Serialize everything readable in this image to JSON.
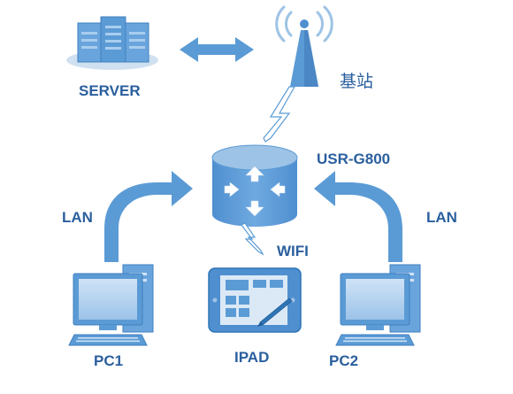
{
  "labels": {
    "server": "SERVER",
    "base_station": "基站",
    "router": "USR-G800",
    "lan_left": "LAN",
    "lan_right": "LAN",
    "wifi": "WIFI",
    "pc1": "PC1",
    "ipad": "IPAD",
    "pc2": "PC2"
  },
  "colors": {
    "primary_blue": "#5b9bd5",
    "light_blue": "#9dc3e6",
    "dark_blue": "#2e75b6",
    "label_blue": "#2a5f9e",
    "arrow_white": "#ffffff"
  },
  "icons": [
    "server-rack-icon",
    "cell-tower-icon",
    "router-cylinder-icon",
    "desktop-pc-icon",
    "tablet-icon"
  ]
}
